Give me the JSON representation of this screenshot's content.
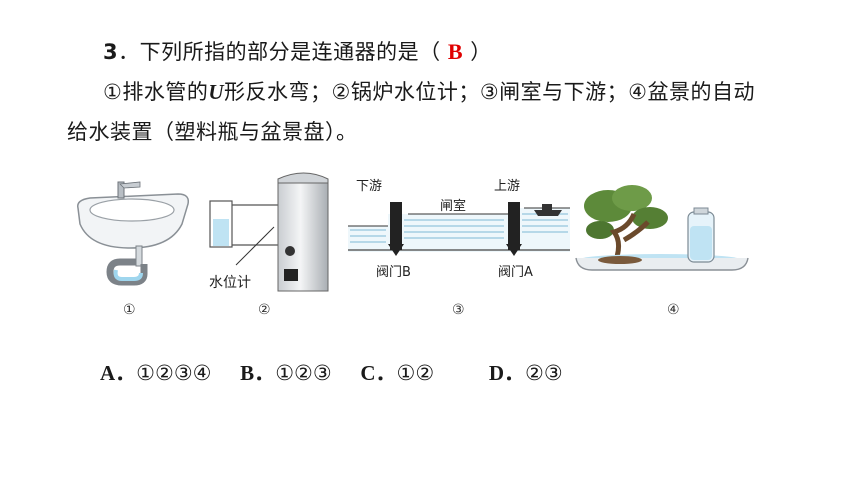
{
  "question": {
    "number": "3",
    "stem": "下列所指的部分是连通器的是（",
    "answer": "B",
    "close": "）",
    "line2_a": "①排水管的",
    "line2_u": "U",
    "line2_b": "形反水弯；②锅炉水位计；③闸室与下游；④盆景的自动",
    "line3": "给水装置（塑料瓶与盆景盘）。"
  },
  "figures": {
    "fig2_label": "水位计",
    "fig3_downstream": "下游",
    "fig3_chamber": "闸室",
    "fig3_upstream": "上游",
    "fig3_valve_b": "阀门B",
    "fig3_valve_a": "阀门A",
    "captions": [
      "①",
      "②",
      "③",
      "④"
    ]
  },
  "options": [
    {
      "key": "A．",
      "text": "①②③④"
    },
    {
      "key": "B．",
      "text": "①②③"
    },
    {
      "key": "C．",
      "text": "①②"
    },
    {
      "key": "D．",
      "text": "②③"
    }
  ],
  "colors": {
    "answer": "#e00000",
    "water": "#bfe3f3"
  }
}
